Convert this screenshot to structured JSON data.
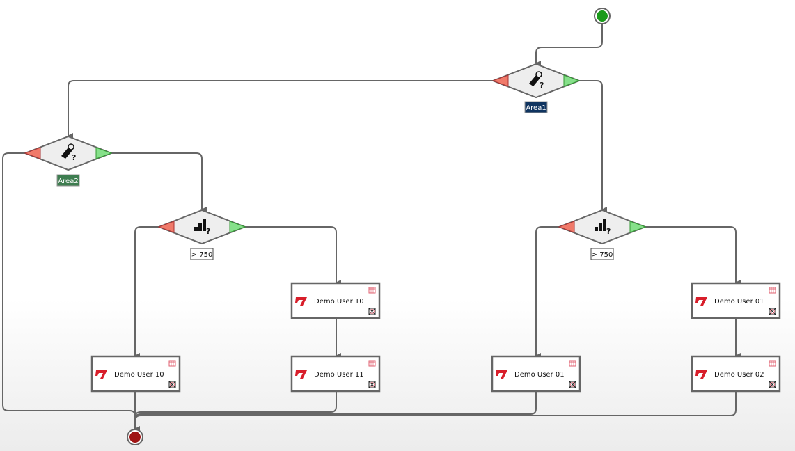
{
  "colors": {
    "start": "#1a9a1a",
    "end": "#a01515",
    "area1": "#0f3460",
    "area2": "#3e7d50",
    "no_branch": "#f07a6a",
    "yes_branch": "#86e08a",
    "brand": "#d81e2a"
  },
  "start_node": {
    "icon": "start-circle-icon"
  },
  "end_node": {
    "icon": "end-circle-icon"
  },
  "decisions": [
    {
      "icon": "tag-question-icon",
      "label": "Area1"
    },
    {
      "icon": "tag-question-icon",
      "label": "Area2"
    },
    {
      "icon": "bar-chart-question-icon",
      "label": "> 750"
    },
    {
      "icon": "bar-chart-question-icon",
      "label": "> 750"
    }
  ],
  "tasks": [
    {
      "name": "Demo User 10"
    },
    {
      "name": "Demo User 10"
    },
    {
      "name": "Demo User 11"
    },
    {
      "name": "Demo User 01"
    },
    {
      "name": "Demo User 01"
    },
    {
      "name": "Demo User 02"
    }
  ]
}
